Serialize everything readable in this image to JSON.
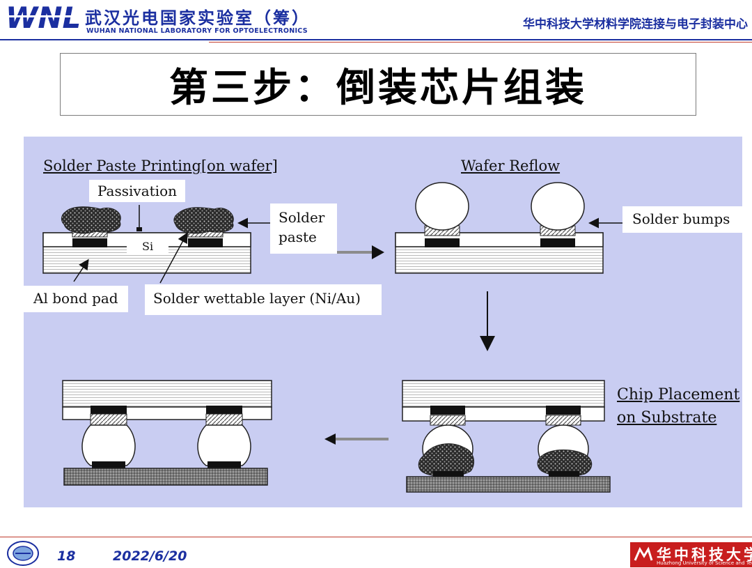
{
  "header": {
    "logo_text": "WNL",
    "lab_name_cn": "武汉光电国家实验室（筹）",
    "lab_name_en": "WUHAN NATIONAL LABORATORY FOR OPTOELECTRONICS",
    "center_name": "华中科技大学材料学院连接与电子封装中心"
  },
  "slide": {
    "title": "第三步：倒装芯片组装"
  },
  "figure": {
    "panels": {
      "printing": {
        "heading": "Solder Paste Printing[on wafer]"
      },
      "reflow": {
        "heading": "Wafer Reflow"
      },
      "placement": {
        "heading_line1": "Chip Placement",
        "heading_line2": "on Substrate"
      }
    },
    "labels": {
      "passivation": "Passivation",
      "solder_paste_line1": "Solder",
      "solder_paste_line2": "paste",
      "si": "Si",
      "al_bond_pad": "Al bond pad",
      "wettable_layer": "Solder wettable layer (Ni/Au)",
      "solder_bumps": "Solder bumps"
    },
    "colors": {
      "background": "#c9cdf2",
      "line": "#111111"
    }
  },
  "footer": {
    "page_number": "18",
    "date": "2022/6/20",
    "university_cn": "华中科技大学",
    "university_en": "Huazhong University of Science and Technology"
  }
}
